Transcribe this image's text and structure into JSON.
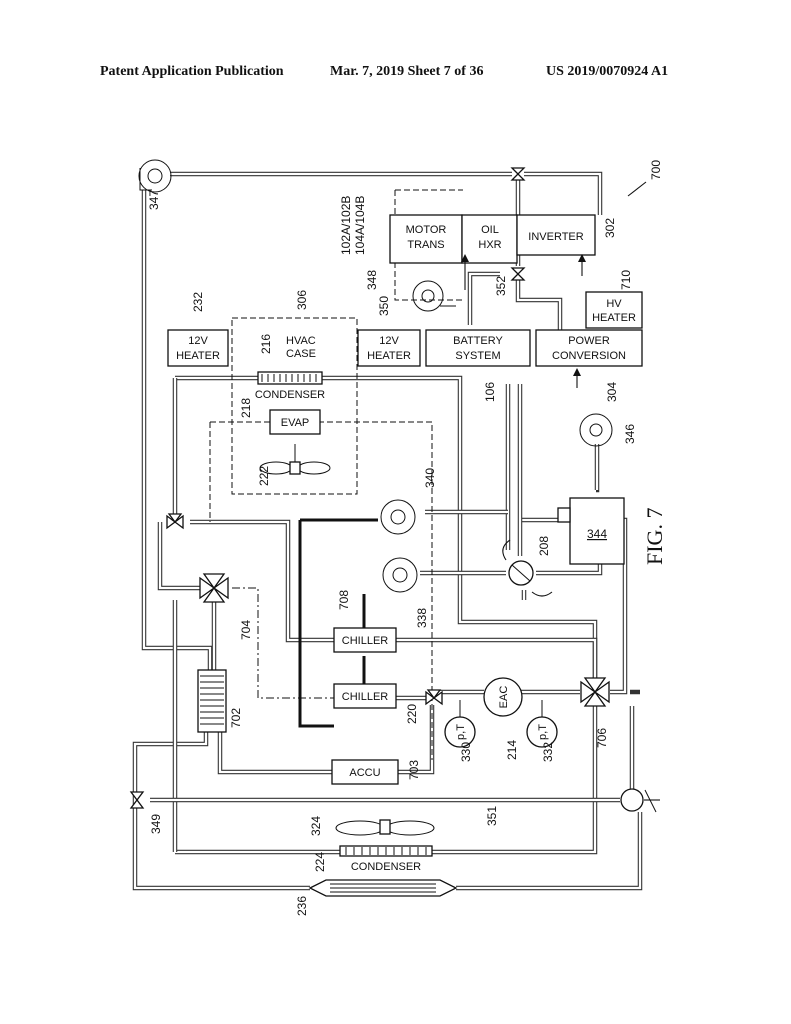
{
  "header": {
    "publication": "Patent Application Publication",
    "date_sheet": "Mar. 7, 2019  Sheet 7 of 36",
    "pub_number": "US 2019/0070924 A1"
  },
  "figure": {
    "fig_label": "FIG. 7",
    "system_ref": "700",
    "boxes": {
      "motor_trans_1": "MOTOR",
      "motor_trans_2": "TRANS",
      "oil_hxr_1": "OIL",
      "oil_hxr_2": "HXR",
      "inverter": "INVERTER",
      "hv_heater_1": "HV",
      "hv_heater_2": "HEATER",
      "heater_12v_left_1": "12V",
      "heater_12v_left_2": "HEATER",
      "hvac_case_1": "HVAC",
      "hvac_case_2": "CASE",
      "heater_12v_mid_1": "12V",
      "heater_12v_mid_2": "HEATER",
      "battery_1": "BATTERY",
      "battery_2": "SYSTEM",
      "power_conv_1": "POWER",
      "power_conv_2": "CONVERSION",
      "condenser_top": "CONDENSER",
      "evap": "EVAP",
      "chiller_upper": "CHILLER",
      "chiller_lower": "CHILLER",
      "accu": "ACCU",
      "eac": "EAC",
      "pt_left": "p,T",
      "pt_right": "p,T",
      "condenser_bottom": "CONDENSER",
      "tank": "344"
    },
    "refs": {
      "r347": "347",
      "r102": "102A/102B",
      "r104": "104A/104B",
      "r348": "348",
      "r350": "350",
      "r352": "352",
      "r302": "302",
      "r710": "710",
      "r232": "232",
      "r306": "306",
      "r216": "216",
      "r218": "218",
      "r222": "222",
      "r106": "106",
      "r304": "304",
      "r346": "346",
      "r340": "340",
      "r208": "208",
      "r708": "708",
      "r338": "338",
      "r704": "704",
      "r702": "702",
      "r220": "220",
      "r330": "330",
      "r214": "214",
      "r332": "332",
      "r706": "706",
      "r703": "703",
      "r349": "349",
      "r324": "324",
      "r351": "351",
      "r224": "224",
      "r236": "236"
    }
  }
}
